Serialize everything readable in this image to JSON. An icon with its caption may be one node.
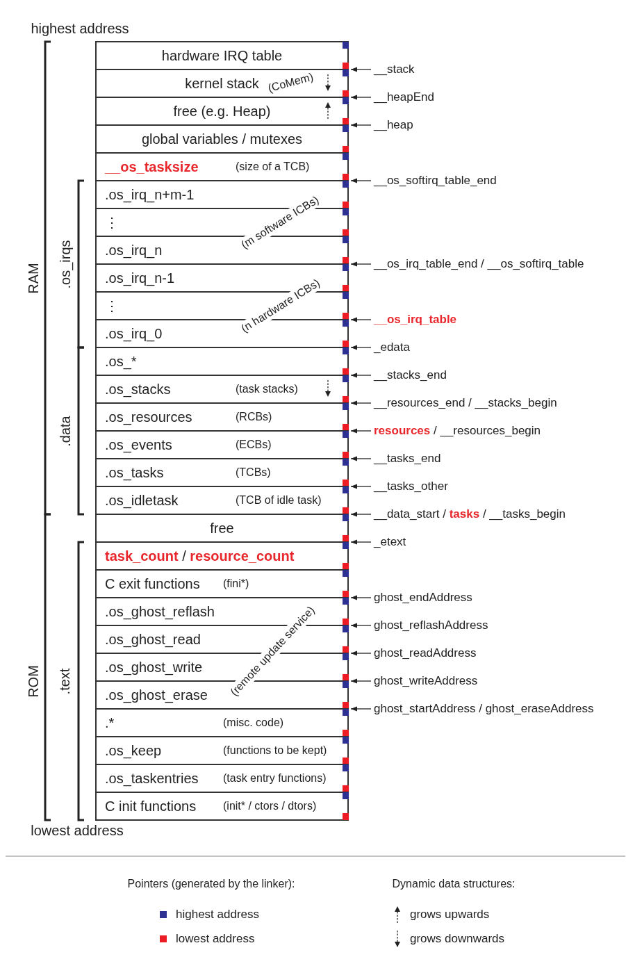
{
  "diagram": {
    "nodes": [
      {
        "text": [
          "hardware IRQ table"
        ]
      },
      {
        "text": [
          "kernel stack",
          "(CoMem)"
        ]
      },
      {
        "text": [
          "free (e.g. Heap)"
        ]
      },
      {
        "text": [
          "global variables / mutexes"
        ]
      },
      {
        "text": [
          "__os_tasksize",
          "(size of a TCB)"
        ]
      },
      {
        "text": [
          ".os_irq_n+m-1"
        ]
      },
      {
        "text": [
          "⋮"
        ]
      },
      {
        "text": [
          ".os_irq_n"
        ]
      },
      {
        "text": [
          ".os_irq_n-1"
        ]
      },
      {
        "text": [
          "⋮"
        ]
      },
      {
        "text": [
          ".os_irq_0"
        ]
      },
      {
        "text": [
          ".os_*"
        ]
      },
      {
        "text": [
          ".os_stacks",
          "(task stacks)"
        ]
      },
      {
        "text": [
          ".os_resources",
          "(RCBs)"
        ]
      },
      {
        "text": [
          ".os_events",
          "(ECBs)"
        ]
      },
      {
        "text": [
          ".os_tasks",
          "(TCBs)"
        ]
      },
      {
        "text": [
          ".os_idletask",
          "(TCB of idle task)"
        ]
      },
      {
        "text": [
          "free"
        ]
      },
      {
        "text": [
          "**task_count** / **resource_count**"
        ]
      },
      {
        "text": [
          "C exit functions",
          "(fini*)"
        ]
      },
      {
        "text": [
          ".os_ghost_reflash"
        ]
      },
      {
        "text": [
          ".os_ghost_read"
        ]
      },
      {
        "text": [
          ".os_ghost_write"
        ]
      },
      {
        "text": [
          ".os_ghost_erase"
        ]
      },
      {
        "text": [
          ".*",
          "(misc. code)"
        ]
      },
      {
        "text": [
          ".os_keep",
          "(functions to be kept)"
        ]
      },
      {
        "text": [
          ".os_taskentries",
          "(task entry functions)"
        ]
      },
      {
        "text": [
          "C init functions",
          "(init* / ctors / dtors)"
        ]
      },
      {
        "text": [
          "__stack"
        ]
      },
      {
        "text": [
          "__heapEnd"
        ]
      },
      {
        "text": [
          "__heap"
        ]
      },
      {
        "text": [
          "__os_softirq_table_end"
        ]
      },
      {
        "text": [
          "__os_irq_table_end / __os_softirq_table"
        ]
      },
      {
        "text": [
          "__os_irq_table"
        ]
      },
      {
        "text": [
          "_edata"
        ]
      },
      {
        "text": [
          "__stacks_end"
        ]
      },
      {
        "text": [
          "__resources_end / __stacks_begin"
        ]
      },
      {
        "text": [
          "**resources** / __resources_begin"
        ]
      },
      {
        "text": [
          "__tasks_end"
        ]
      },
      {
        "text": [
          "__tasks_other"
        ]
      },
      {
        "text": [
          "__data_start / **tasks** / __tasks_begin"
        ]
      },
      {
        "text": [
          "_etext"
        ]
      },
      {
        "text": [
          "ghost_endAddress"
        ]
      },
      {
        "text": [
          "ghost_reflashAddress"
        ]
      },
      {
        "text": [
          "ghost_readAddress"
        ]
      },
      {
        "text": [
          "ghost_writeAddress"
        ]
      },
      {
        "text": [
          "ghost_startAddress / ghost_eraseAddress"
        ]
      }
    ],
    "edges": [
      {
        "from": 28,
        "to": null,
        "arrow": "to"
      },
      {
        "from": 29,
        "to": null,
        "arrow": "to"
      },
      {
        "from": 30,
        "to": null,
        "arrow": "to"
      },
      {
        "from": 31,
        "to": null,
        "arrow": "to"
      },
      {
        "from": 32,
        "to": null,
        "arrow": "to"
      },
      {
        "from": 33,
        "to": null,
        "arrow": "to"
      },
      {
        "from": 34,
        "to": null,
        "arrow": "to"
      },
      {
        "from": 35,
        "to": null,
        "arrow": "to"
      },
      {
        "from": 36,
        "to": null,
        "arrow": "to"
      },
      {
        "from": 37,
        "to": null,
        "arrow": "to"
      },
      {
        "from": 38,
        "to": null,
        "arrow": "to"
      },
      {
        "from": 39,
        "to": null,
        "arrow": "to"
      },
      {
        "from": 40,
        "to": null,
        "arrow": "to"
      },
      {
        "from": 41,
        "to": null,
        "arrow": "to"
      },
      {
        "from": 42,
        "to": null,
        "arrow": "to"
      },
      {
        "from": 43,
        "to": null,
        "arrow": "to"
      },
      {
        "from": 44,
        "to": null,
        "arrow": "to"
      },
      {
        "from": 45,
        "to": null,
        "arrow": "to"
      },
      {
        "from": 46,
        "to": null,
        "arrow": "to"
      }
    ],
    "labels": [
      "highest address",
      "RAM",
      ".os_irqs",
      "(m software ICBs)",
      "(n hardware ICBs)",
      ".data",
      "ROM",
      ".text",
      "(remote update service)",
      "lowest address",
      "Pointers (generated by the linker):",
      "Dynamic data structures:"
    ],
    "legend": [
      {
        "text": "highest address",
        "color": "#2e3192"
      },
      {
        "text": "lowest address",
        "color": "#ed1c24"
      },
      {
        "text": "grows upwards"
      },
      {
        "text": "grows downwards"
      }
    ]
  }
}
